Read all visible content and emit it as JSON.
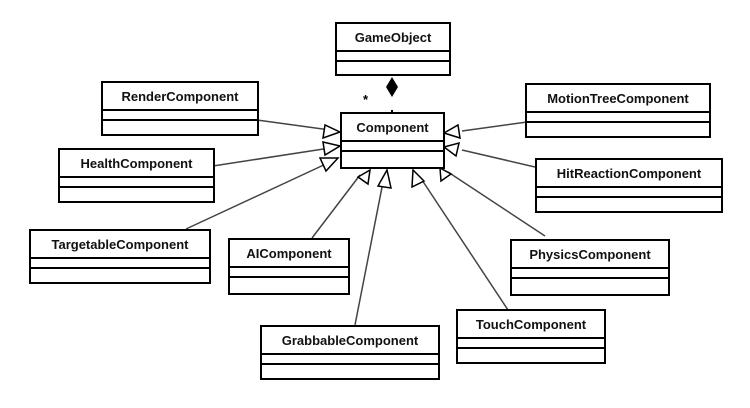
{
  "diagram": {
    "type": "UML class diagram",
    "composition": {
      "whole": "GameObject",
      "part": "Component",
      "multiplicity": "*"
    },
    "base_class": "Component",
    "classes": [
      {
        "id": "GameObject",
        "name": "GameObject"
      },
      {
        "id": "Component",
        "name": "Component"
      },
      {
        "id": "RenderComponent",
        "name": "RenderComponent"
      },
      {
        "id": "HealthComponent",
        "name": "HealthComponent"
      },
      {
        "id": "TargetableComponent",
        "name": "TargetableComponent"
      },
      {
        "id": "AIComponent",
        "name": "AIComponent"
      },
      {
        "id": "GrabbableComponent",
        "name": "GrabbableComponent"
      },
      {
        "id": "TouchComponent",
        "name": "TouchComponent"
      },
      {
        "id": "PhysicsComponent",
        "name": "PhysicsComponent"
      },
      {
        "id": "HitReactionComponent",
        "name": "HitReactionComponent"
      },
      {
        "id": "MotionTreeComponent",
        "name": "MotionTreeComponent"
      }
    ],
    "generalizations": [
      {
        "child": "RenderComponent",
        "parent": "Component"
      },
      {
        "child": "HealthComponent",
        "parent": "Component"
      },
      {
        "child": "TargetableComponent",
        "parent": "Component"
      },
      {
        "child": "AIComponent",
        "parent": "Component"
      },
      {
        "child": "GrabbableComponent",
        "parent": "Component"
      },
      {
        "child": "TouchComponent",
        "parent": "Component"
      },
      {
        "child": "PhysicsComponent",
        "parent": "Component"
      },
      {
        "child": "HitReactionComponent",
        "parent": "Component"
      },
      {
        "child": "MotionTreeComponent",
        "parent": "Component"
      }
    ]
  }
}
